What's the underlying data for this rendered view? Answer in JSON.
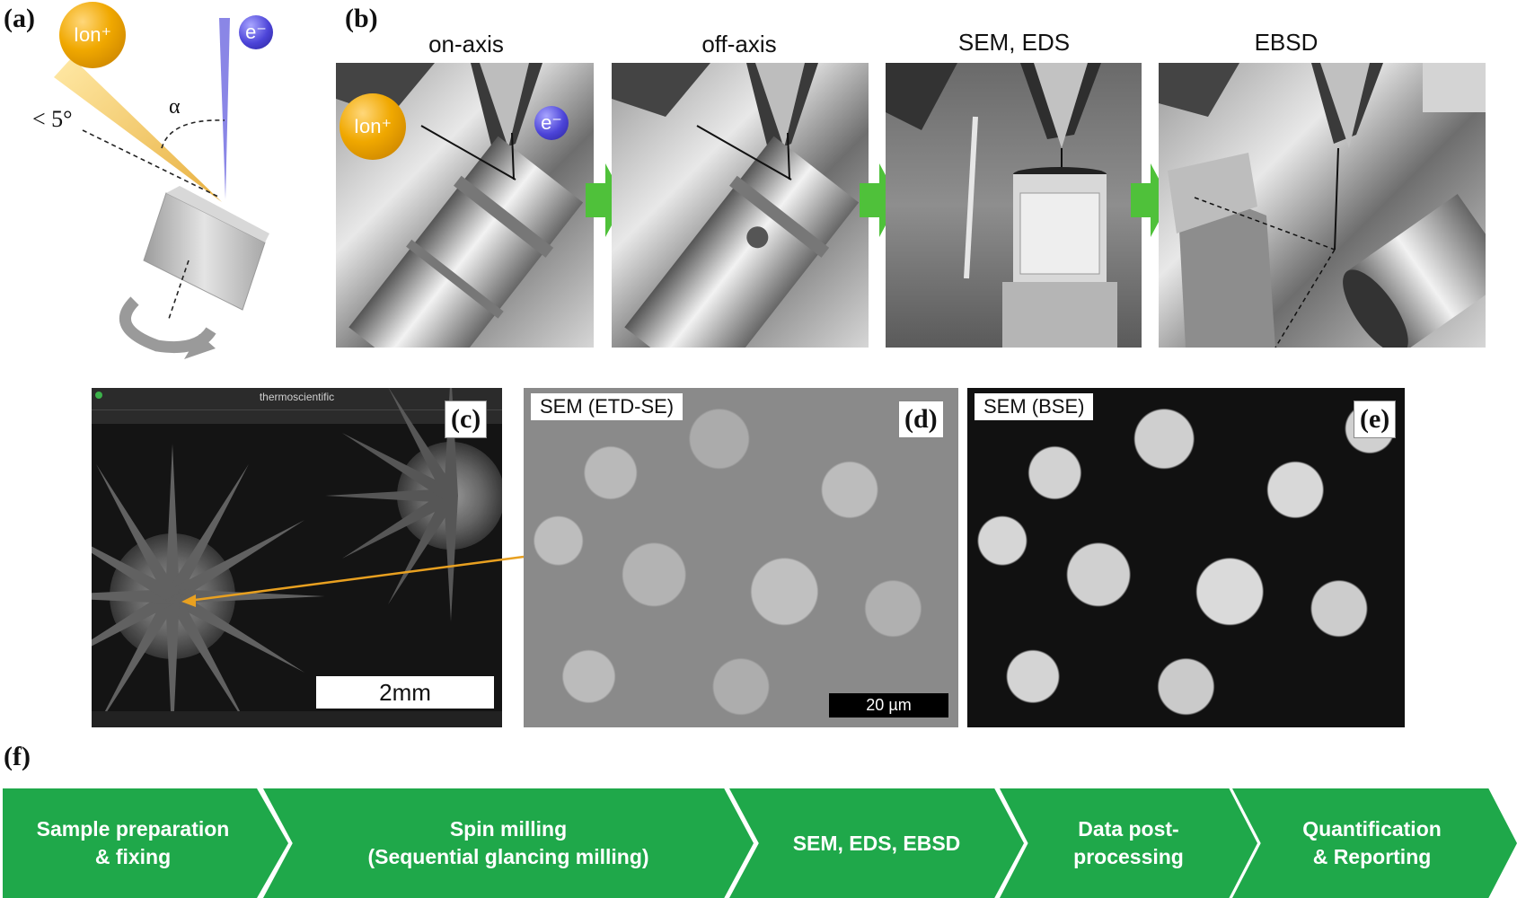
{
  "panel_a": {
    "label": "(a)",
    "ion_label": "Ion⁺",
    "electron_label": "e⁻",
    "angle_text": "< 5°",
    "alpha_text": "α"
  },
  "panel_b": {
    "label": "(b)",
    "columns": [
      {
        "title": "on-axis"
      },
      {
        "title": "off-axis"
      },
      {
        "title": "SEM, EDS"
      },
      {
        "title": "EBSD"
      }
    ],
    "ion_label": "Ion⁺",
    "electron_label": "e⁻"
  },
  "panel_c": {
    "label": "(c)",
    "brand": "thermoscientific",
    "scale_bar": "2mm"
  },
  "panel_d": {
    "label": "(d)",
    "tag": "SEM (ETD-SE)",
    "scale_bar": "20 µm"
  },
  "panel_e": {
    "label": "(e)",
    "tag": "SEM (BSE)"
  },
  "panel_f": {
    "label": "(f)",
    "steps": [
      {
        "label": "Sample preparation\n& fixing"
      },
      {
        "label": "Spin milling\n(Sequential glancing milling)"
      },
      {
        "label": "SEM, EDS, EBSD"
      },
      {
        "label": "Data post-\nprocessing"
      },
      {
        "label": "Quantification\n& Reporting"
      }
    ]
  },
  "colors": {
    "process_green": "#1fa84a",
    "ion_gold": "#f0a800",
    "electron_blue": "#4c44d8",
    "arrow_orange": "#e8a020"
  }
}
